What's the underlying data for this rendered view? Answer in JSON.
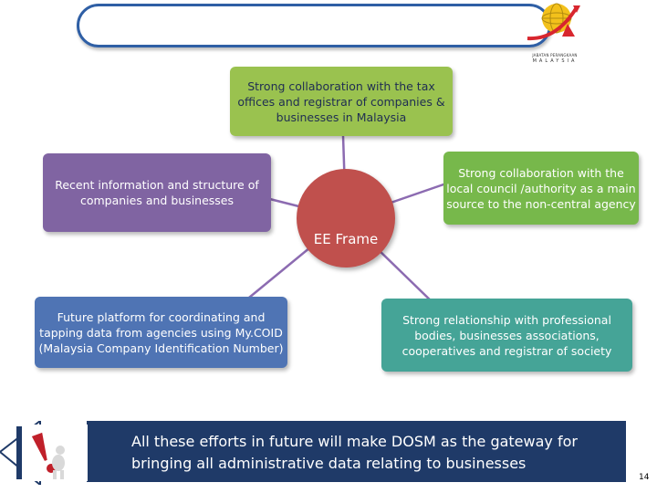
{
  "header": {
    "logo_caption": "JABATAN PERANGKAAN",
    "logo_country": "MALAYSIA"
  },
  "diagram": {
    "center": "EE Frame",
    "nodes": {
      "top": "Strong collaboration with the tax offices and registrar of companies & businesses in Malaysia",
      "left": "Recent information and structure of companies and businesses",
      "right": "Strong collaboration with the local council /authority as a main source to the non-central agency",
      "bottom_left": "Future platform for coordinating and tapping data from agencies using My.COID (Malaysia Company Identification Number)",
      "bottom_right": "Strong relationship with professional bodies, businesses associations, cooperatives and registrar of society"
    }
  },
  "footer": {
    "message": "All these efforts in future will make DOSM as the gateway for bringing all administrative data relating to businesses"
  },
  "page_number": "14",
  "colors": {
    "top": "#9ac24f",
    "left": "#8064a2",
    "right": "#77b84b",
    "bottom_left": "#4f74b4",
    "bottom_right": "#45a497",
    "center": "#c0504d",
    "footer_band": "#1f3a68",
    "header_outline": "#2f5fa5"
  }
}
